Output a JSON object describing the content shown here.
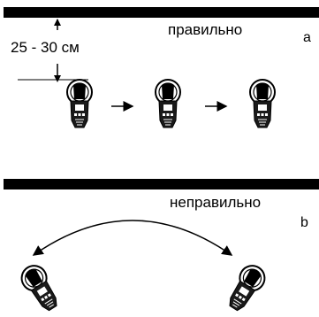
{
  "panel_a": {
    "caption": "правильно",
    "distance": "25 - 30 см",
    "letter": "a"
  },
  "panel_b": {
    "caption": "неправильно",
    "letter": "b"
  },
  "colors": {
    "ink": "#000000",
    "paper": "#ffffff"
  },
  "icons": {
    "device": "handheld-meter-icon",
    "step_arrow": "right-arrow-icon",
    "swing_arrow": "double-headed-curved-arrow-icon"
  }
}
